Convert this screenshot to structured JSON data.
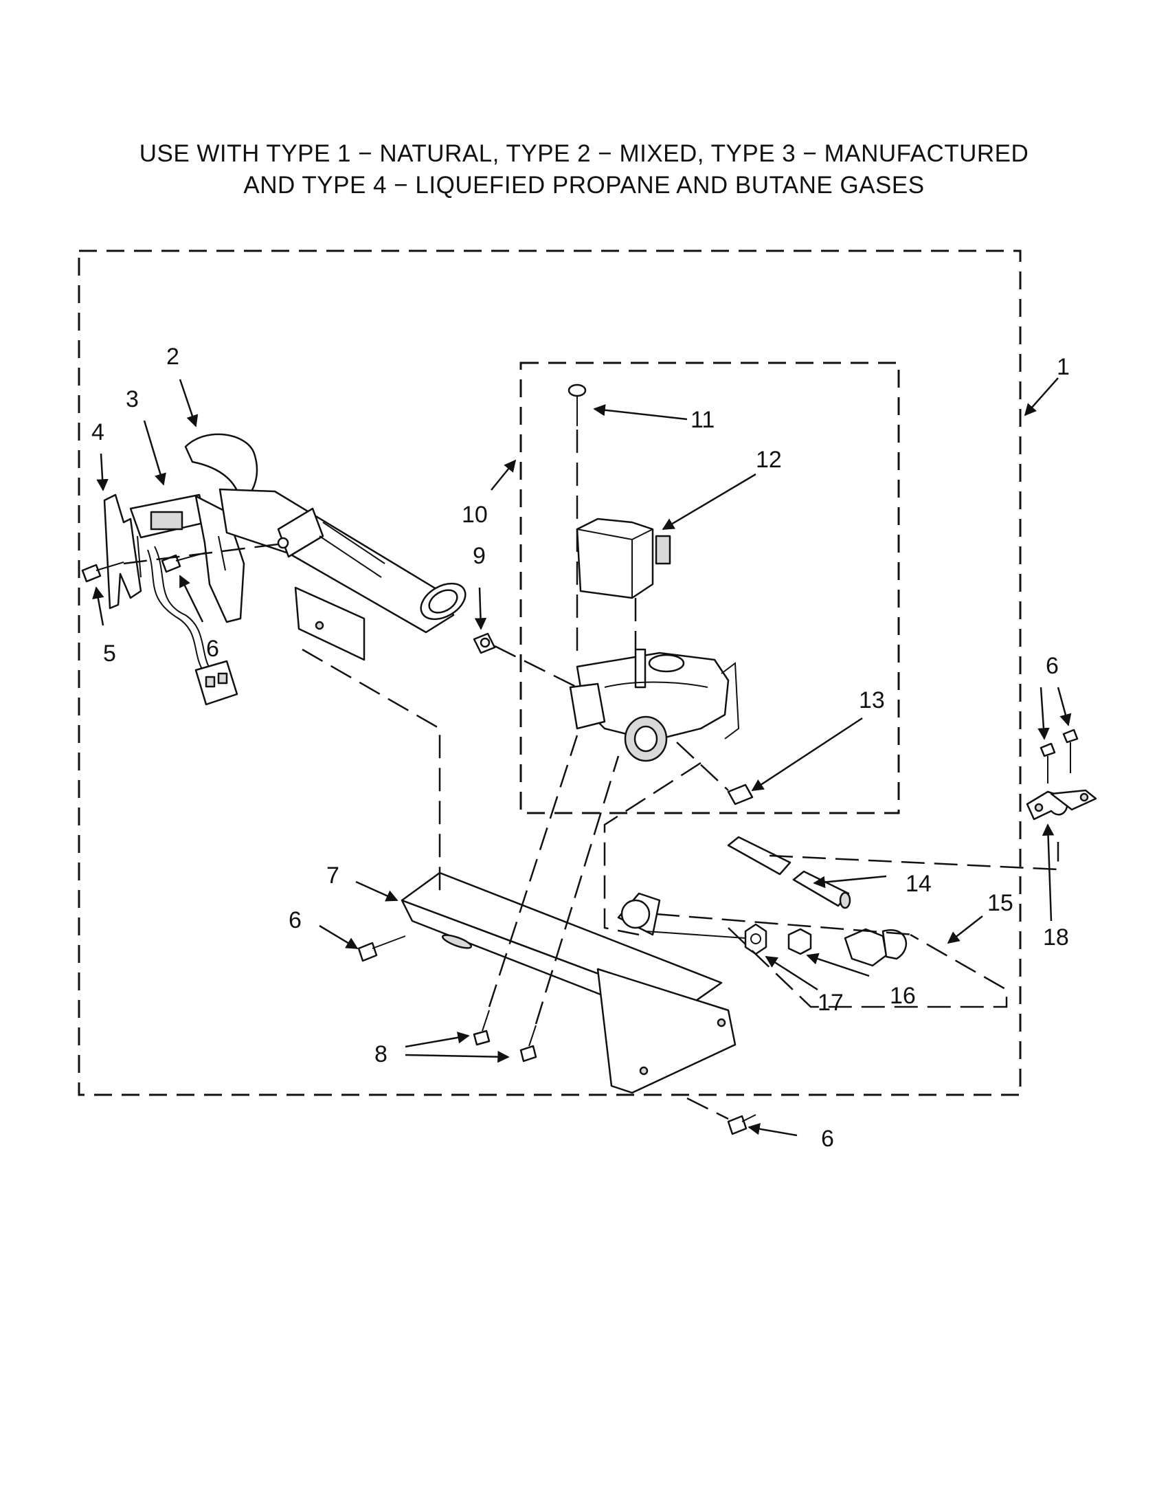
{
  "header": {
    "line1": "USE WITH TYPE 1 − NATURAL, TYPE 2 − MIXED, TYPE 3 − MANUFACTURED",
    "line2": "AND TYPE 4 − LIQUEFIED PROPANE AND BUTANE GASES"
  },
  "callouts": {
    "c1": "1",
    "c2": "2",
    "c3": "3",
    "c4": "4",
    "c5": "5",
    "c6a": "6",
    "c6b": "6",
    "c6c": "6",
    "c6d": "6",
    "c7": "7",
    "c8": "8",
    "c9": "9",
    "c10": "10",
    "c11": "11",
    "c12": "12",
    "c13": "13",
    "c14": "14",
    "c15": "15",
    "c16": "16",
    "c17": "17",
    "c18": "18"
  }
}
